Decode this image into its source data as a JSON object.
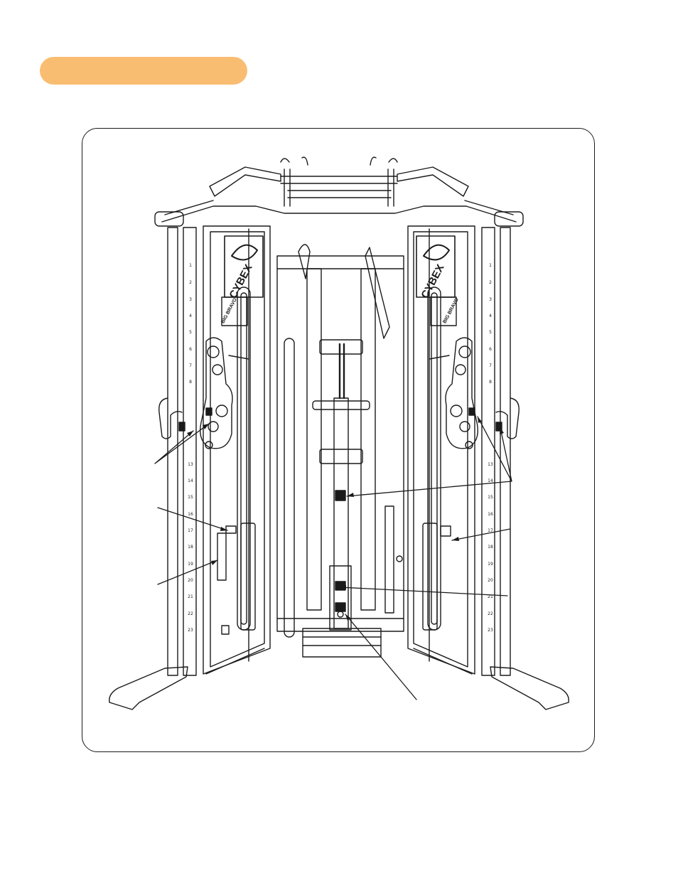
{
  "colors": {
    "pill": "#f9bd72",
    "line": "#1a1a1a",
    "paper": "#ffffff",
    "label_fill": "#1a1a1a"
  },
  "brand": {
    "left_logo": "CYBEX",
    "right_logo": "CYBEX",
    "left_model": "BIG BRAVO",
    "right_model": "BIG BRAVO"
  },
  "scale": {
    "left": [
      "1",
      "2",
      "3",
      "4",
      "5",
      "6",
      "7",
      "8",
      "13",
      "14",
      "15",
      "16",
      "17",
      "18",
      "19",
      "20",
      "21",
      "22",
      "23"
    ],
    "right": [
      "1",
      "2",
      "3",
      "4",
      "5",
      "6",
      "7",
      "8",
      "13",
      "14",
      "15",
      "16",
      "17",
      "18",
      "19",
      "20",
      "21",
      "22",
      "23"
    ]
  }
}
